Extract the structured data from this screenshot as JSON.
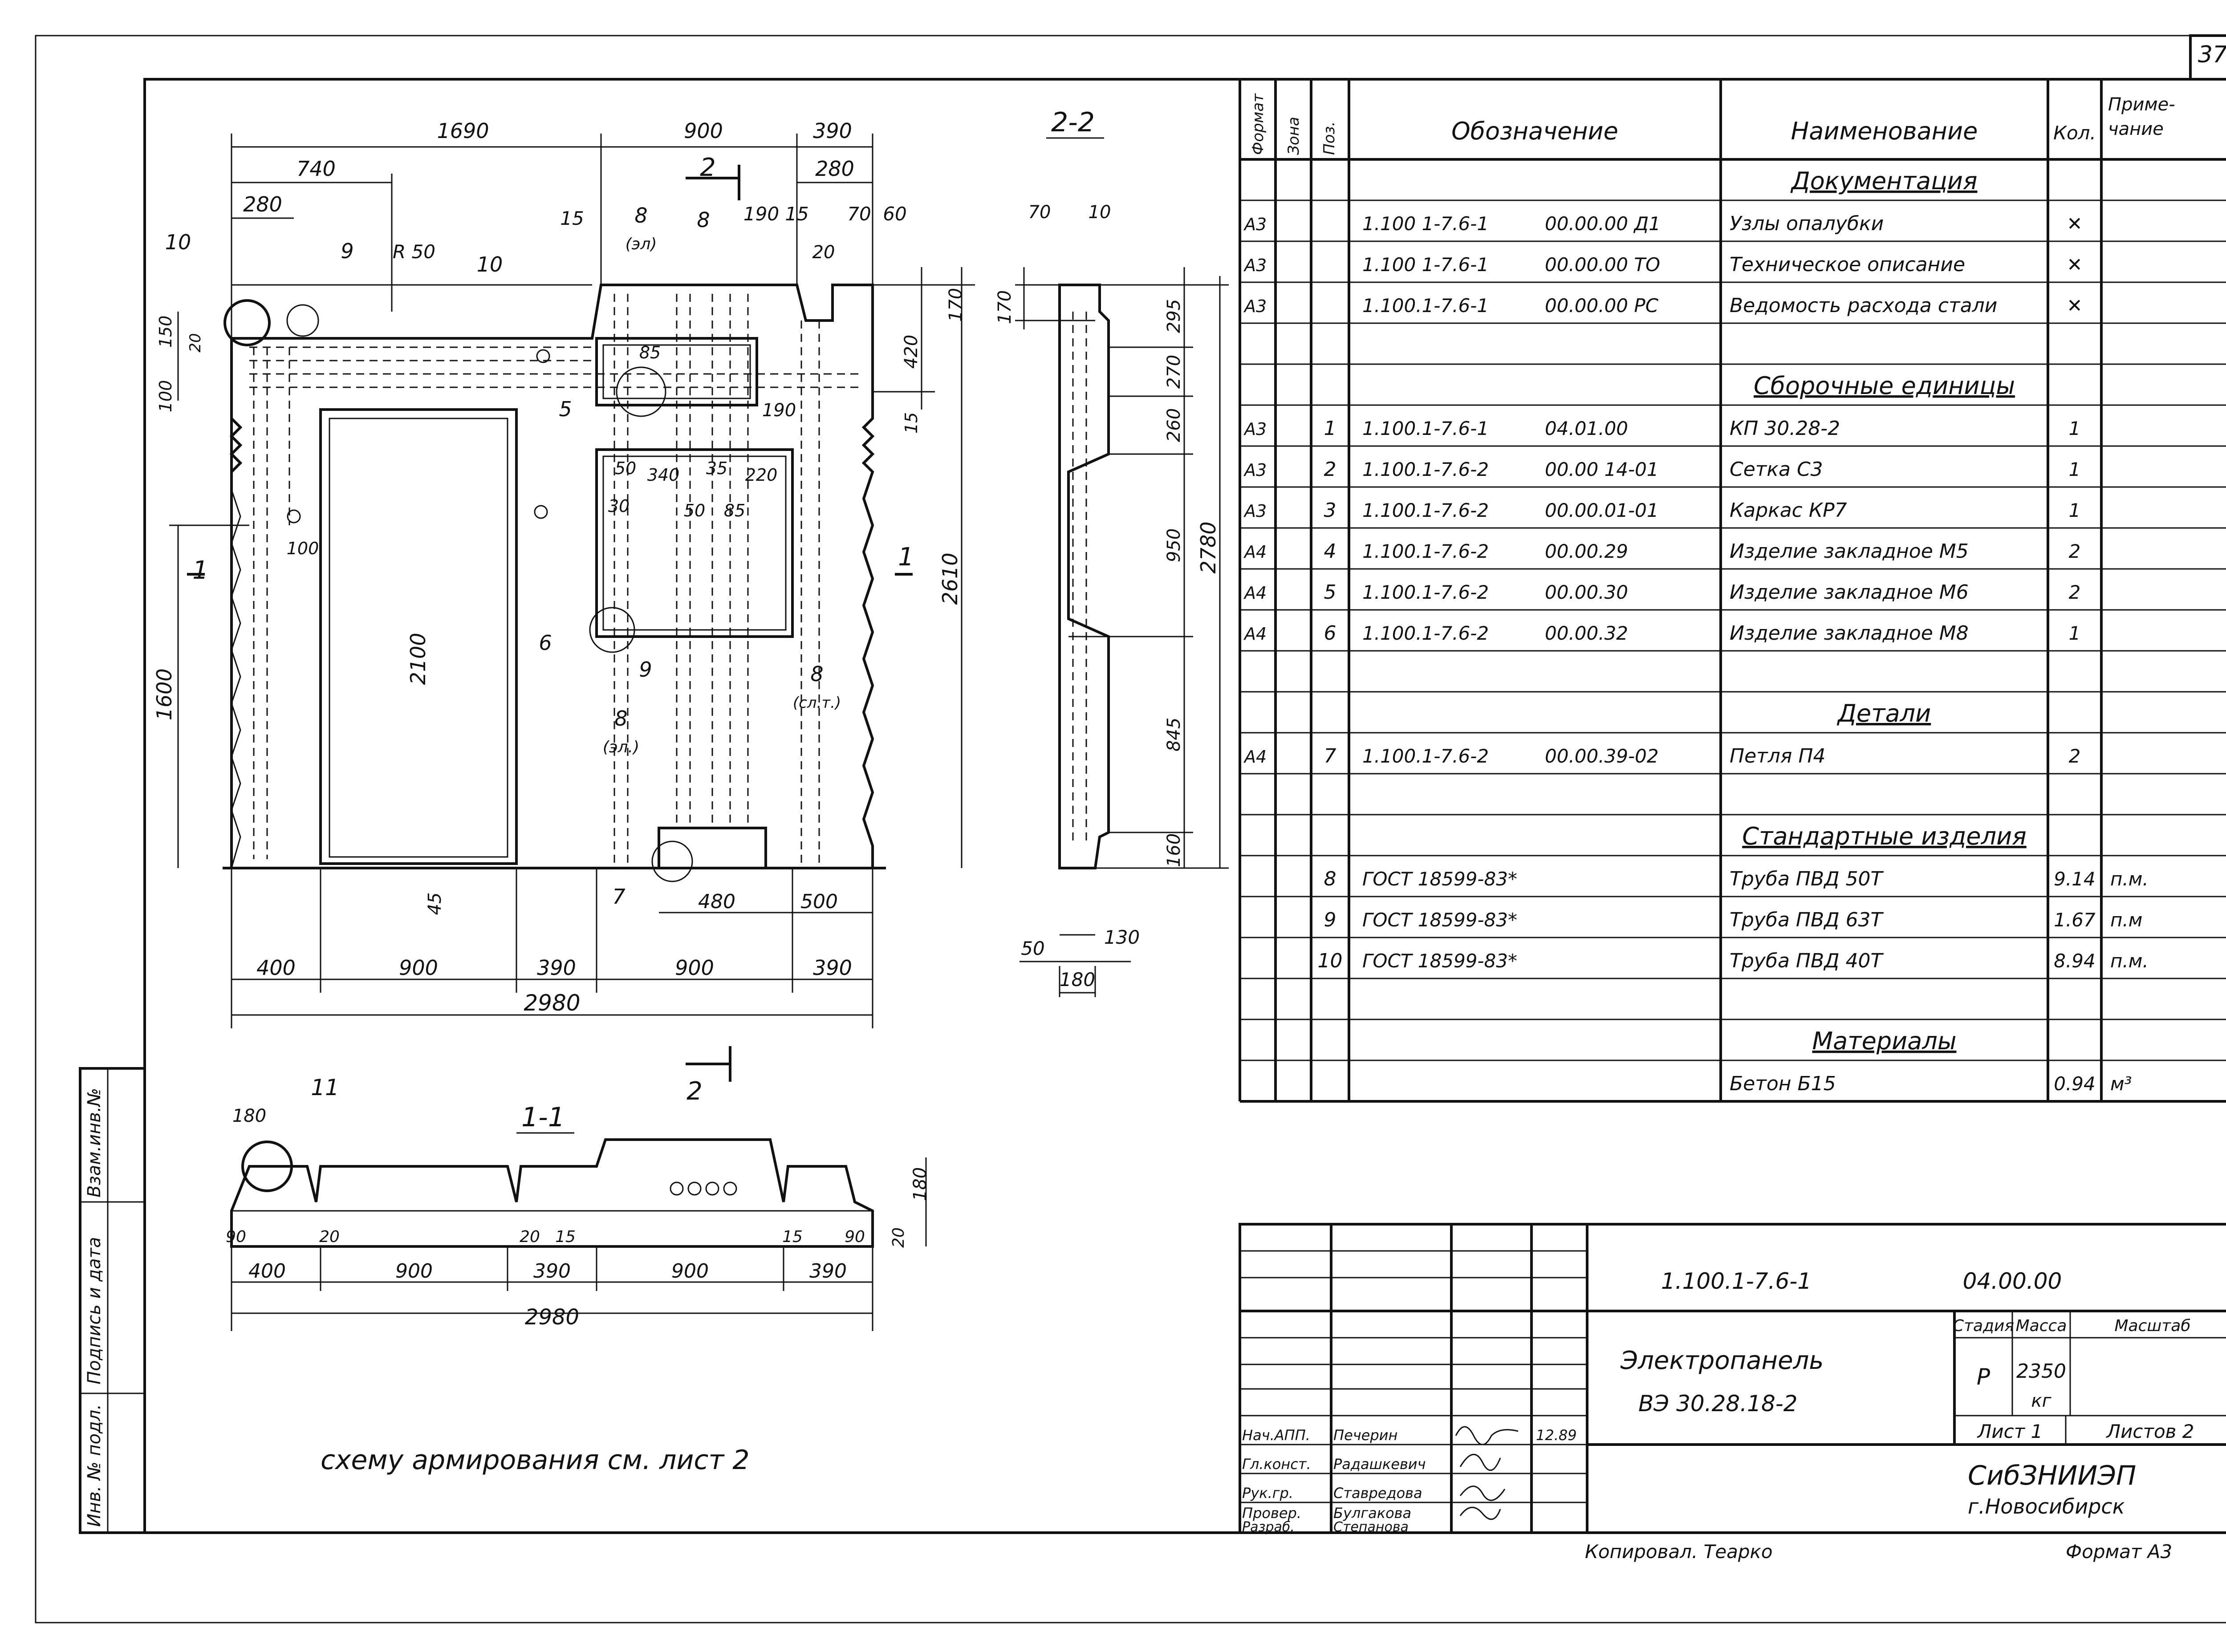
{
  "page_number": "37",
  "elevation": {
    "section_2_2_label": "2-2",
    "section_mark": "2",
    "top_dims": [
      "1690",
      "900",
      "390",
      "740",
      "280",
      "280",
      "15",
      "190",
      "15",
      "70",
      "60",
      "R 50"
    ],
    "callouts": [
      "10",
      "9",
      "10",
      "8",
      "(эл)",
      "8",
      "85",
      "5",
      "190",
      "20",
      "6",
      "9",
      "8",
      "(эл.)",
      "8",
      "(сл.т.)",
      "7",
      "480",
      "500"
    ],
    "inner_dims": [
      "50",
      "340",
      "35",
      "220",
      "30",
      "50",
      "85",
      "100",
      "2100",
      "45"
    ],
    "left_dims": [
      "150",
      "20",
      "100",
      "1600"
    ],
    "right_dims": [
      "170",
      "420",
      "15",
      "2610"
    ],
    "section_cut_left": "1",
    "section_cut_right": "1",
    "bottom_dims": [
      "400",
      "900",
      "390",
      "900",
      "390"
    ],
    "overall": "2980"
  },
  "section_2_2": {
    "top_dims": [
      "70",
      "10"
    ],
    "left_dim": "170",
    "right_dims": [
      "295",
      "270",
      "260",
      "950",
      "845",
      "160"
    ],
    "overall": "2780",
    "bottom_dims": [
      "50",
      "130",
      "180"
    ]
  },
  "section_1_1": {
    "title": "1-1",
    "callout": "11",
    "dims_top": [
      "180",
      "180"
    ],
    "dims_small": [
      "90",
      "20",
      "20",
      "15",
      "15",
      "90",
      "20"
    ],
    "bottom_dims": [
      "400",
      "900",
      "390",
      "900",
      "390"
    ],
    "overall": "2980"
  },
  "note": "схему армирования см. лист 2",
  "left_stamp": [
    "Инв. № подл.",
    "Подпись и дата",
    "Взам.инв.№"
  ],
  "spec": {
    "headers": [
      "Формат",
      "Зона",
      "Поз.",
      "Обозначение",
      "Наименование",
      "Кол.",
      "Приме-\nчание"
    ],
    "rows": [
      {
        "fmt": "",
        "zone": "",
        "pos": "",
        "desig": "",
        "code": "",
        "name": "Документация",
        "qty": "",
        "note": "",
        "section": true
      },
      {
        "fmt": "А3",
        "zone": "",
        "pos": "",
        "desig": "1.100 1-7.6-1",
        "code": "00.00.00 Д1",
        "name": "Узлы опалубки",
        "qty": "✕",
        "note": ""
      },
      {
        "fmt": "А3",
        "zone": "",
        "pos": "",
        "desig": "1.100 1-7.6-1",
        "code": "00.00.00 ТО",
        "name": "Техническое описание",
        "qty": "✕",
        "note": ""
      },
      {
        "fmt": "А3",
        "zone": "",
        "pos": "",
        "desig": "1.100.1-7.6-1",
        "code": "00.00.00 РС",
        "name": "Ведомость расхода стали",
        "qty": "✕",
        "note": ""
      },
      {
        "fmt": "",
        "zone": "",
        "pos": "",
        "desig": "",
        "code": "",
        "name": "",
        "qty": "",
        "note": ""
      },
      {
        "fmt": "",
        "zone": "",
        "pos": "",
        "desig": "",
        "code": "",
        "name": "Сборочные единицы",
        "qty": "",
        "note": "",
        "section": true
      },
      {
        "fmt": "А3",
        "zone": "",
        "pos": "1",
        "desig": "1.100.1-7.6-1",
        "code": "04.01.00",
        "name": "КП 30.28-2",
        "qty": "1",
        "note": ""
      },
      {
        "fmt": "А3",
        "zone": "",
        "pos": "2",
        "desig": "1.100.1-7.6-2",
        "code": "00.00 14-01",
        "name": "Сетка С3",
        "qty": "1",
        "note": ""
      },
      {
        "fmt": "А3",
        "zone": "",
        "pos": "3",
        "desig": "1.100.1-7.6-2",
        "code": "00.00.01-01",
        "name": "Каркас КР7",
        "qty": "1",
        "note": ""
      },
      {
        "fmt": "А4",
        "zone": "",
        "pos": "4",
        "desig": "1.100.1-7.6-2",
        "code": "00.00.29",
        "name": "Изделие закладное М5",
        "qty": "2",
        "note": ""
      },
      {
        "fmt": "А4",
        "zone": "",
        "pos": "5",
        "desig": "1.100.1-7.6-2",
        "code": "00.00.30",
        "name": "Изделие закладное М6",
        "qty": "2",
        "note": ""
      },
      {
        "fmt": "А4",
        "zone": "",
        "pos": "6",
        "desig": "1.100.1-7.6-2",
        "code": "00.00.32",
        "name": "Изделие закладное М8",
        "qty": "1",
        "note": ""
      },
      {
        "fmt": "",
        "zone": "",
        "pos": "",
        "desig": "",
        "code": "",
        "name": "",
        "qty": "",
        "note": ""
      },
      {
        "fmt": "",
        "zone": "",
        "pos": "",
        "desig": "",
        "code": "",
        "name": "Детали",
        "qty": "",
        "note": "",
        "section": true
      },
      {
        "fmt": "А4",
        "zone": "",
        "pos": "7",
        "desig": "1.100.1-7.6-2",
        "code": "00.00.39-02",
        "name": "Петля П4",
        "qty": "2",
        "note": ""
      },
      {
        "fmt": "",
        "zone": "",
        "pos": "",
        "desig": "",
        "code": "",
        "name": "",
        "qty": "",
        "note": ""
      },
      {
        "fmt": "",
        "zone": "",
        "pos": "",
        "desig": "",
        "code": "",
        "name": "Стандартные изделия",
        "qty": "",
        "note": "",
        "section": true
      },
      {
        "fmt": "",
        "zone": "",
        "pos": "8",
        "desig": "ГОСТ 18599-83*",
        "code": "",
        "name": "Труба ПВД 50Т",
        "qty": "9.14",
        "note": "п.м."
      },
      {
        "fmt": "",
        "zone": "",
        "pos": "9",
        "desig": "ГОСТ 18599-83*",
        "code": "",
        "name": "Труба ПВД 63Т",
        "qty": "1.67",
        "note": "п.м"
      },
      {
        "fmt": "",
        "zone": "",
        "pos": "10",
        "desig": "ГОСТ 18599-83*",
        "code": "",
        "name": "Труба ПВД 40Т",
        "qty": "8.94",
        "note": "п.м."
      },
      {
        "fmt": "",
        "zone": "",
        "pos": "",
        "desig": "",
        "code": "",
        "name": "",
        "qty": "",
        "note": ""
      },
      {
        "fmt": "",
        "zone": "",
        "pos": "",
        "desig": "",
        "code": "",
        "name": "Материалы",
        "qty": "",
        "note": "",
        "section": true
      },
      {
        "fmt": "",
        "zone": "",
        "pos": "",
        "desig": "",
        "code": "",
        "name": "Бетон Б15",
        "qty": "0.94",
        "note": "м³"
      }
    ]
  },
  "title_block": {
    "code": "1.100.1-7.6-1",
    "code2": "04.00.00",
    "name_line1": "Электропанель",
    "name_line2": "ВЭ 30.28.18-2",
    "stage_hdr": "Стадия",
    "mass_hdr": "Масса",
    "scale_hdr": "Масштаб",
    "stage": "Р",
    "mass": "2350",
    "mass_unit": "кг",
    "sheet": "Лист 1",
    "sheets": "Листов 2",
    "org1": "СибЗНИИЭП",
    "org2": "г.Новосибирск",
    "roles": [
      {
        "role": "Нач.АПП.",
        "name": "Печерин",
        "date": "12.89"
      },
      {
        "role": "Гл.конст.",
        "name": "Радашкевич",
        "date": ""
      },
      {
        "role": "Рук.гр.",
        "name": "Ставредова",
        "date": ""
      },
      {
        "role": "Провер.",
        "name": "Булгакова",
        "date": ""
      },
      {
        "role": "Разраб.",
        "name": "Степанова",
        "date": ""
      }
    ],
    "copied": "Копировал. Теарко",
    "format": "Формат А3"
  }
}
